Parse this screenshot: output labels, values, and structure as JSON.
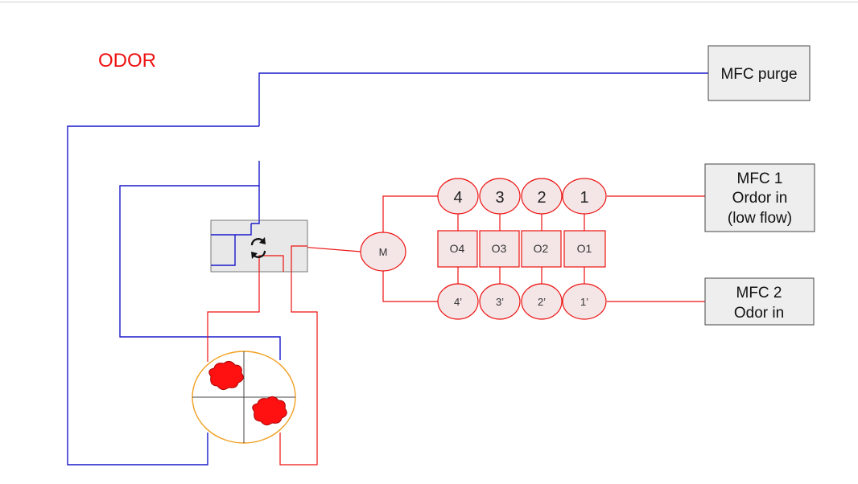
{
  "title": "ODOR",
  "colors": {
    "title": "#ee1111",
    "red_line": "#ee1111",
    "blue_line": "#1a1acc",
    "orange": "#f0a020",
    "box_fill": "#eeeeee",
    "red_fill": "#f2e4e4"
  },
  "boxes": {
    "mfc_purge": "MFC purge",
    "mfc1_line1": "MFC 1",
    "mfc1_line2": "Ordor in",
    "mfc1_line3": "(low flow)",
    "mfc2_line1": "MFC 2",
    "mfc2_line2": "Odor in"
  },
  "mixer": "M",
  "valve_icon": "refresh-icon",
  "top_valves": [
    "4",
    "3",
    "2",
    "1"
  ],
  "odor_cells": [
    "O4",
    "O3",
    "O2",
    "O1"
  ],
  "bottom_valves": [
    "4’",
    "3’",
    "2’",
    "1’"
  ]
}
